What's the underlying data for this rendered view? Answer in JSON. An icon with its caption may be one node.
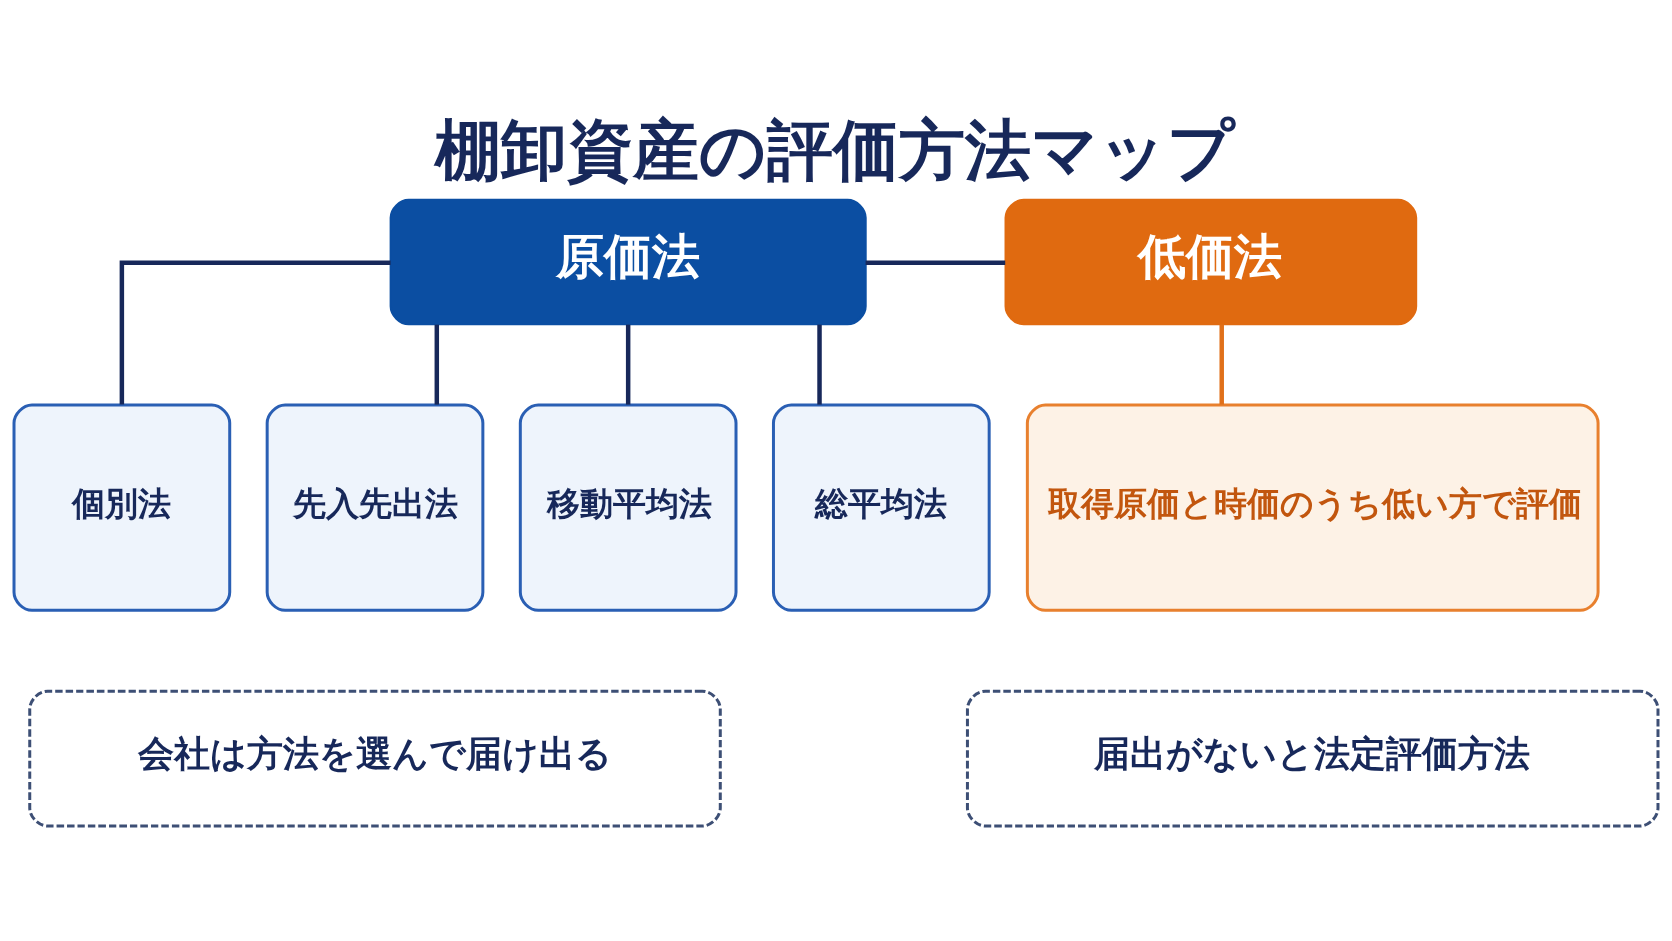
{
  "diagram": {
    "title": "棚卸資産の評価方法マップ",
    "nodes": [
      {
        "text": [
          "原価法"
        ]
      },
      {
        "text": [
          "低価法"
        ]
      },
      {
        "text": [
          "個別法"
        ]
      },
      {
        "text": [
          "先入先出法"
        ]
      },
      {
        "text": [
          "移動平均法"
        ]
      },
      {
        "text": [
          "総平均法"
        ]
      },
      {
        "text": [
          "取得原価と時価のうち低い方で評価"
        ]
      },
      {
        "text": [
          "会社は方法を選んで届け出る"
        ]
      },
      {
        "text": [
          "届出がないと法定評価方法"
        ]
      }
    ],
    "edges": [
      {
        "from": 0,
        "to": 1,
        "arrow": "none"
      },
      {
        "from": 0,
        "to": 2,
        "arrow": "none"
      },
      {
        "from": 0,
        "to": 3,
        "arrow": "none"
      },
      {
        "from": 0,
        "to": 4,
        "arrow": "none"
      },
      {
        "from": 0,
        "to": 5,
        "arrow": "none"
      },
      {
        "from": 1,
        "to": 6,
        "arrow": "none",
        "color": "#e0701a"
      }
    ]
  }
}
